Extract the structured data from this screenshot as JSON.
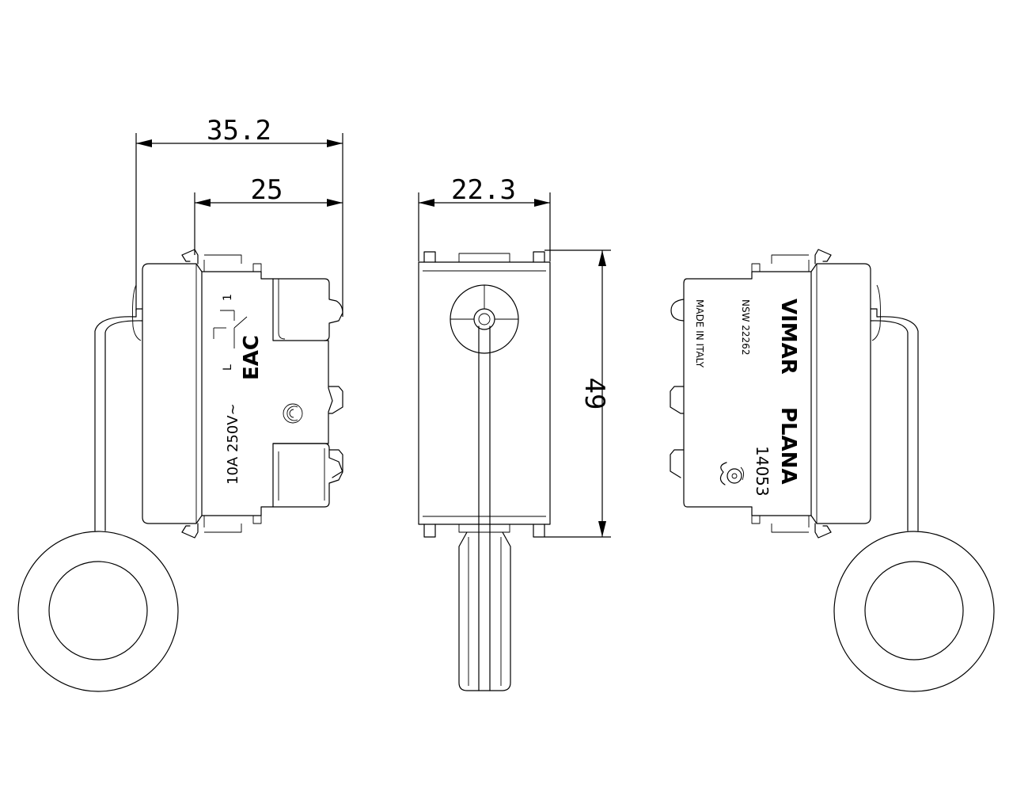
{
  "dimensions": {
    "overall_depth": "35.2",
    "body_depth": "25",
    "module_width": "22.3",
    "module_height": "49"
  },
  "side_left_marks": {
    "rating": "10A  250V~",
    "terminal_1": "1",
    "terminal_L": "L",
    "cert_mark": "EAC"
  },
  "side_right_marks": {
    "brand": "VIMAR",
    "series": "PLANA",
    "code": "14053",
    "standard": "NSW 22262",
    "origin": "MADE IN ITALY"
  }
}
